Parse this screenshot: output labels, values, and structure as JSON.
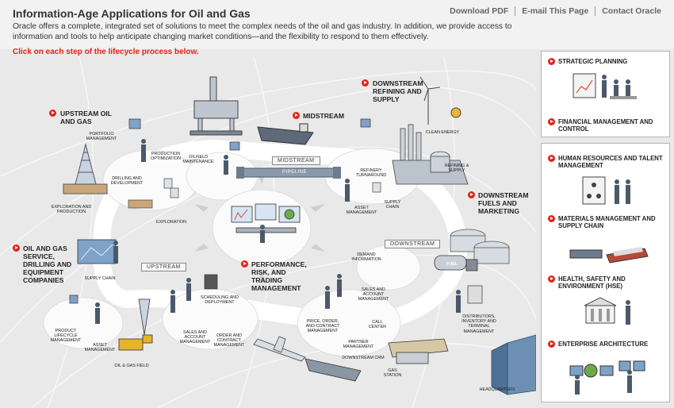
{
  "header": {
    "title": "Information-Age Applications for Oil and Gas",
    "links": [
      "Download PDF",
      "E-mail This Page",
      "Contact Oracle"
    ],
    "intro": "Oracle offers a complete, integrated set of solutions to meet the complex needs of the oil and gas industry. In addition, we provide access to information and tools to help anticipate changing market conditions—and the flexibility to respond to them effectively.",
    "cta": "Click on each step of the lifecycle process below."
  },
  "map": {
    "steps": {
      "upstream": "UPSTREAM OIL AND GAS",
      "midstream": "MIDSTREAM",
      "downstream_refining": "DOWNSTREAM REFINING AND SUPPLY",
      "downstream_fuels": "DOWNSTREAM FUELS AND MARKETING",
      "oil_gas_service": "OIL AND GAS SERVICE, DRILLING AND EQUIPMENT COMPANIES",
      "performance": "PERFORMANCE, RISK, AND TRADING MANAGEMENT"
    },
    "pills": {
      "midstream": "MIDSTREAM",
      "pipeline": "PIPELINE",
      "upstream": "UPSTREAM",
      "downstream": "DOWNSTREAM"
    },
    "labels": {
      "portfolio": "PORTFOLIO MANAGEMENT",
      "production_opt": "PRODUCTION OPTIMIZATION",
      "oilfield_maint": "OILFIELD MAINTENANCE",
      "drilling_dev": "DRILLING AND DEVELOPMENT",
      "exploration_prod": "EXPLORATION AND PRODUCTION",
      "exploration": "EXPLORATION",
      "clean_energy": "CLEAN ENERGY",
      "refining_supply": "REFINING & SUPPLY",
      "refinery_turnaround": "REFINERY TURNAROUND",
      "asset_mgmt_1": "ASSET MANAGEMENT",
      "supply_chain_1": "SUPPLY CHAIN",
      "demand_info": "DEMAND INFORMATION",
      "supply_chain_2": "SUPPLY CHAIN",
      "product_lifecycle": "PRODUCT LIFECYCLE MANAGEMENT",
      "asset_mgmt_2": "ASSET MANAGEMENT",
      "oil_gas_field": "OIL & GAS FIELD",
      "scheduling": "SCHEDULING AND DEPLOYMENT",
      "sales_account_1": "SALES AND ACCOUNT MANAGEMENT",
      "order_contract_1": "ORDER AND CONTRACT MANAGEMENT",
      "sales_account_2": "SALES AND ACCOUNT MANAGEMENT",
      "price_order": "PRICE, ORDER, AND CONTRACT MANAGEMENT",
      "call_center": "CALL CENTER",
      "partner_mgmt": "PARTNER MANAGEMENT",
      "downstream_crm": "DOWNSTREAM CRM",
      "gas_station": "GAS STATION",
      "distributors": "DISTRIBUTORS, INVENTORY AND TERMINAL MANAGEMENT",
      "headquarters": "HEADQUARTERS",
      "fuel": "FUEL"
    }
  },
  "panel": {
    "top": [
      "STRATEGIC PLANNING",
      "FINANCIAL MANAGEMENT AND CONTROL"
    ],
    "bottom": [
      "HUMAN RESOURCES AND TALENT MANAGEMENT",
      "MATERIALS MANAGEMENT AND SUPPLY CHAIN",
      "HEALTH, SAFETY AND ENVIRONMENT (HSE)",
      "ENTERPRISE ARCHITECTURE"
    ]
  },
  "colors": {
    "accent": "#e2231a",
    "link": "#666666",
    "background": "#e9e9e9"
  }
}
